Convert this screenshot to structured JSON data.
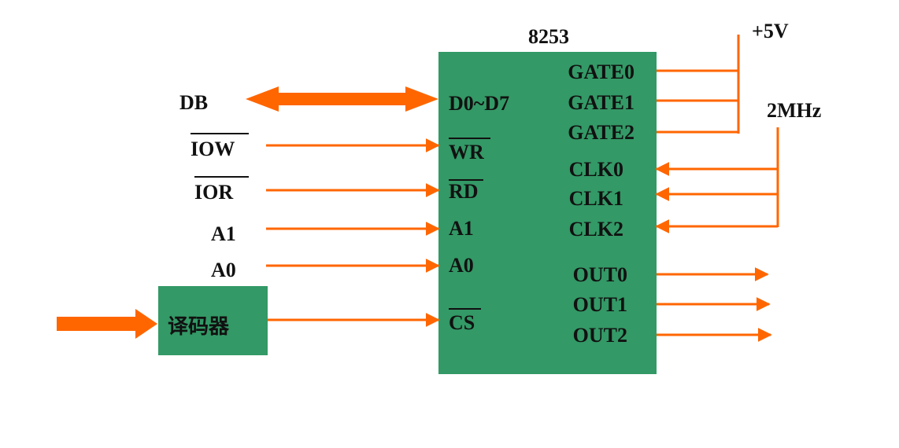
{
  "colors": {
    "chip_fill": "#339966",
    "wire": "#ff6600",
    "text": "#111111"
  },
  "chip": {
    "name": "8253",
    "left_pins": {
      "data_bus": "D0~D7",
      "wr": "WR",
      "rd": "RD",
      "a1": "A1",
      "a0": "A0",
      "cs": "CS"
    },
    "right_pins": {
      "gate0": "GATE0",
      "gate1": "GATE1",
      "gate2": "GATE2",
      "clk0": "CLK0",
      "clk1": "CLK1",
      "clk2": "CLK2",
      "out0": "OUT0",
      "out1": "OUT1",
      "out2": "OUT2"
    }
  },
  "decoder": {
    "label": "译码器"
  },
  "signals": {
    "db": "DB",
    "iow": "IOW",
    "ior": "IOR",
    "a1": "A1",
    "a0": "A0",
    "vcc": "+5V",
    "clock": "2MHz"
  }
}
